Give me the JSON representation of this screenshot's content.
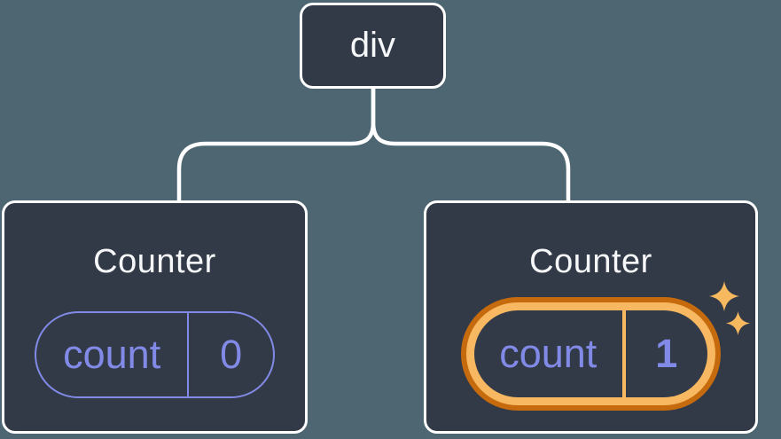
{
  "diagram": {
    "root": {
      "label": "div"
    },
    "children": [
      {
        "title": "Counter",
        "state": {
          "key": "count",
          "value": "0"
        },
        "highlighted": false
      },
      {
        "title": "Counter",
        "state": {
          "key": "count",
          "value": "1"
        },
        "highlighted": true
      }
    ]
  },
  "icons": {
    "highlight_large": "sparkle-icon",
    "highlight_small": "sparkle-icon"
  },
  "colors": {
    "page-bg": "#4D6672",
    "node-bg": "#333A47",
    "node-border": "#FFFFFF",
    "text-primary": "#F6F7F9",
    "accent-purple": "#828AE8",
    "highlight-orange-dark": "#C66B0D",
    "highlight-orange-light": "#F8B862",
    "sparkle": "#F6B95F"
  }
}
